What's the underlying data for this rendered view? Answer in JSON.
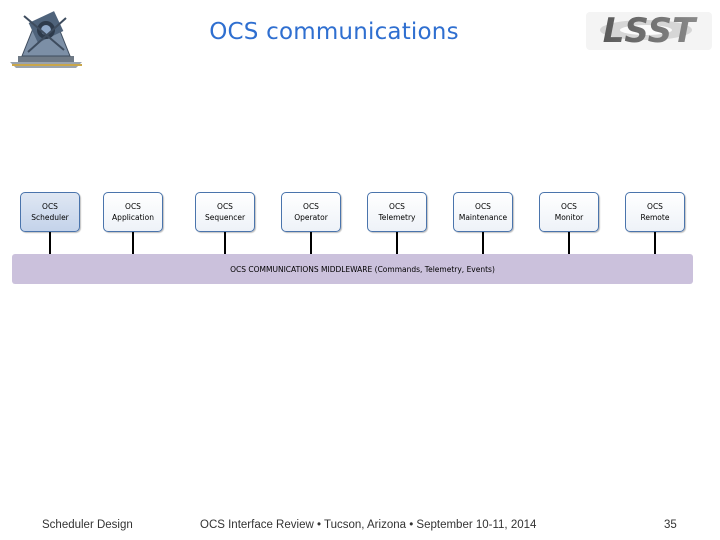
{
  "slide": {
    "title": "OCS communications"
  },
  "logos": {
    "left": "telescope-logo",
    "right": "lsst-logo",
    "right_text": "LSST"
  },
  "components": [
    {
      "line1": "OCS",
      "line2": "Scheduler"
    },
    {
      "line1": "OCS",
      "line2": "Application"
    },
    {
      "line1": "OCS",
      "line2": "Sequencer"
    },
    {
      "line1": "OCS",
      "line2": "Operator"
    },
    {
      "line1": "OCS",
      "line2": "Telemetry"
    },
    {
      "line1": "OCS",
      "line2": "Maintenance"
    },
    {
      "line1": "OCS",
      "line2": "Monitor"
    },
    {
      "line1": "OCS",
      "line2": "Remote"
    }
  ],
  "middleware": {
    "label": "OCS COMMUNICATIONS MIDDLEWARE (Commands, Telemetry, Events)"
  },
  "footer": {
    "left": "Scheduler Design",
    "center": "OCS Interface Review • Tucson, Arizona • September 10-11, 2014",
    "page": "35"
  },
  "colors": {
    "title": "#2f6fd0",
    "box_border": "#4a74ac",
    "middleware_fill": "#cbc1dc"
  }
}
